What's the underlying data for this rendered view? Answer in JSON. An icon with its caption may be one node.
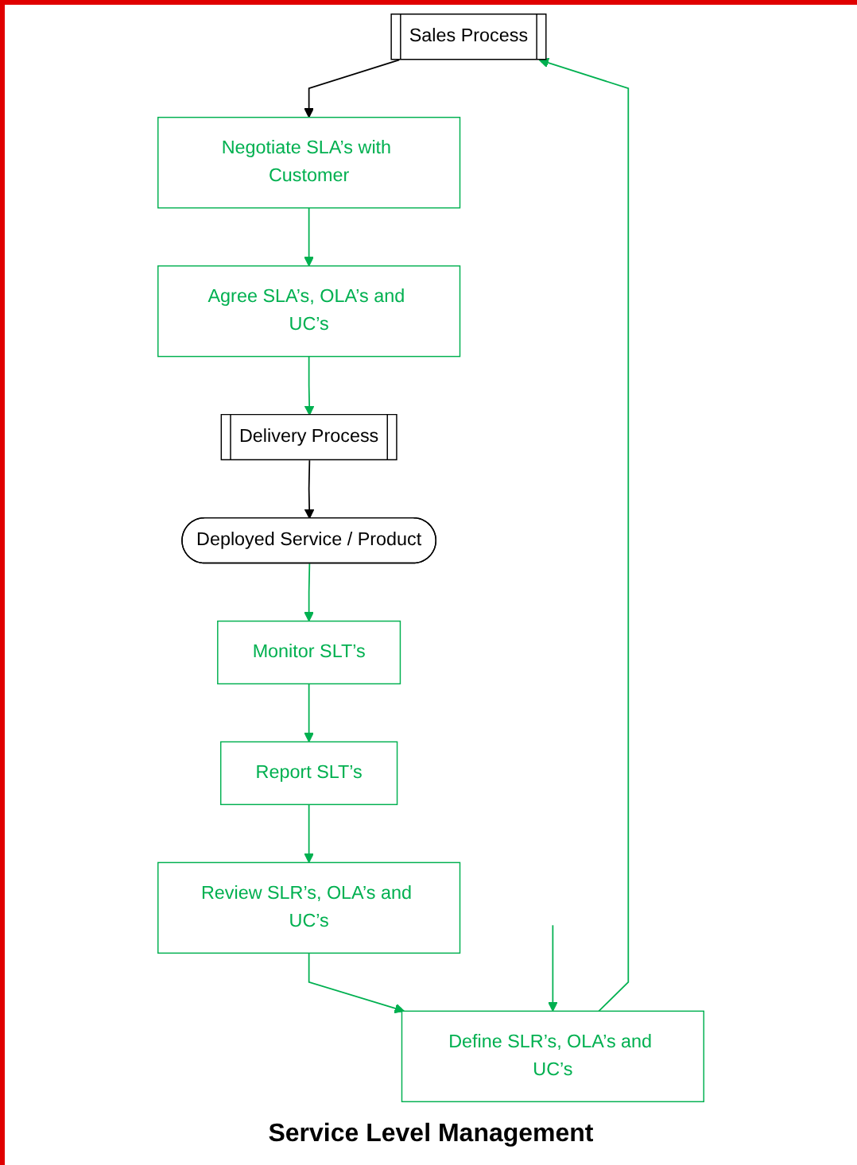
{
  "diagram": {
    "caption": "Service Level Management",
    "nodes": [
      {
        "text": [
          "Sales Process"
        ]
      },
      {
        "text": [
          "Negotiate SLA’s with Customer"
        ]
      },
      {
        "text": [
          "Delivery Process"
        ]
      },
      {
        "text": [
          "Deployed Service / Product"
        ]
      },
      {
        "text": [
          "Agree SLA’s, OLA’s and UC’s"
        ]
      },
      {
        "text": [
          "Monitor SLT’s"
        ]
      },
      {
        "text": [
          "Define SLR’s, OLA’s and UC’s"
        ]
      },
      {
        "text": [
          "Report SLT’s"
        ]
      },
      {
        "text": [
          "Review SLR’s, OLA’s and UC’s"
        ]
      }
    ],
    "edges": [
      {
        "from": 0,
        "to": 1,
        "arrow": "to",
        "color": "#000000"
      },
      {
        "from": 1,
        "to": 4,
        "arrow": "to"
      },
      {
        "from": 4,
        "to": 2,
        "arrow": "to"
      },
      {
        "from": 2,
        "to": 3,
        "arrow": "to",
        "color": "#000000"
      },
      {
        "from": 3,
        "to": 5,
        "arrow": "to"
      },
      {
        "from": 5,
        "to": 7,
        "arrow": "to"
      },
      {
        "from": 7,
        "to": 8,
        "arrow": "to"
      },
      {
        "from": 8,
        "to": 6,
        "arrow": "to"
      },
      {
        "from": 6,
        "to": 0,
        "arrow": "to"
      },
      {
        "from": null,
        "to": 6,
        "arrow": "to"
      }
    ]
  }
}
